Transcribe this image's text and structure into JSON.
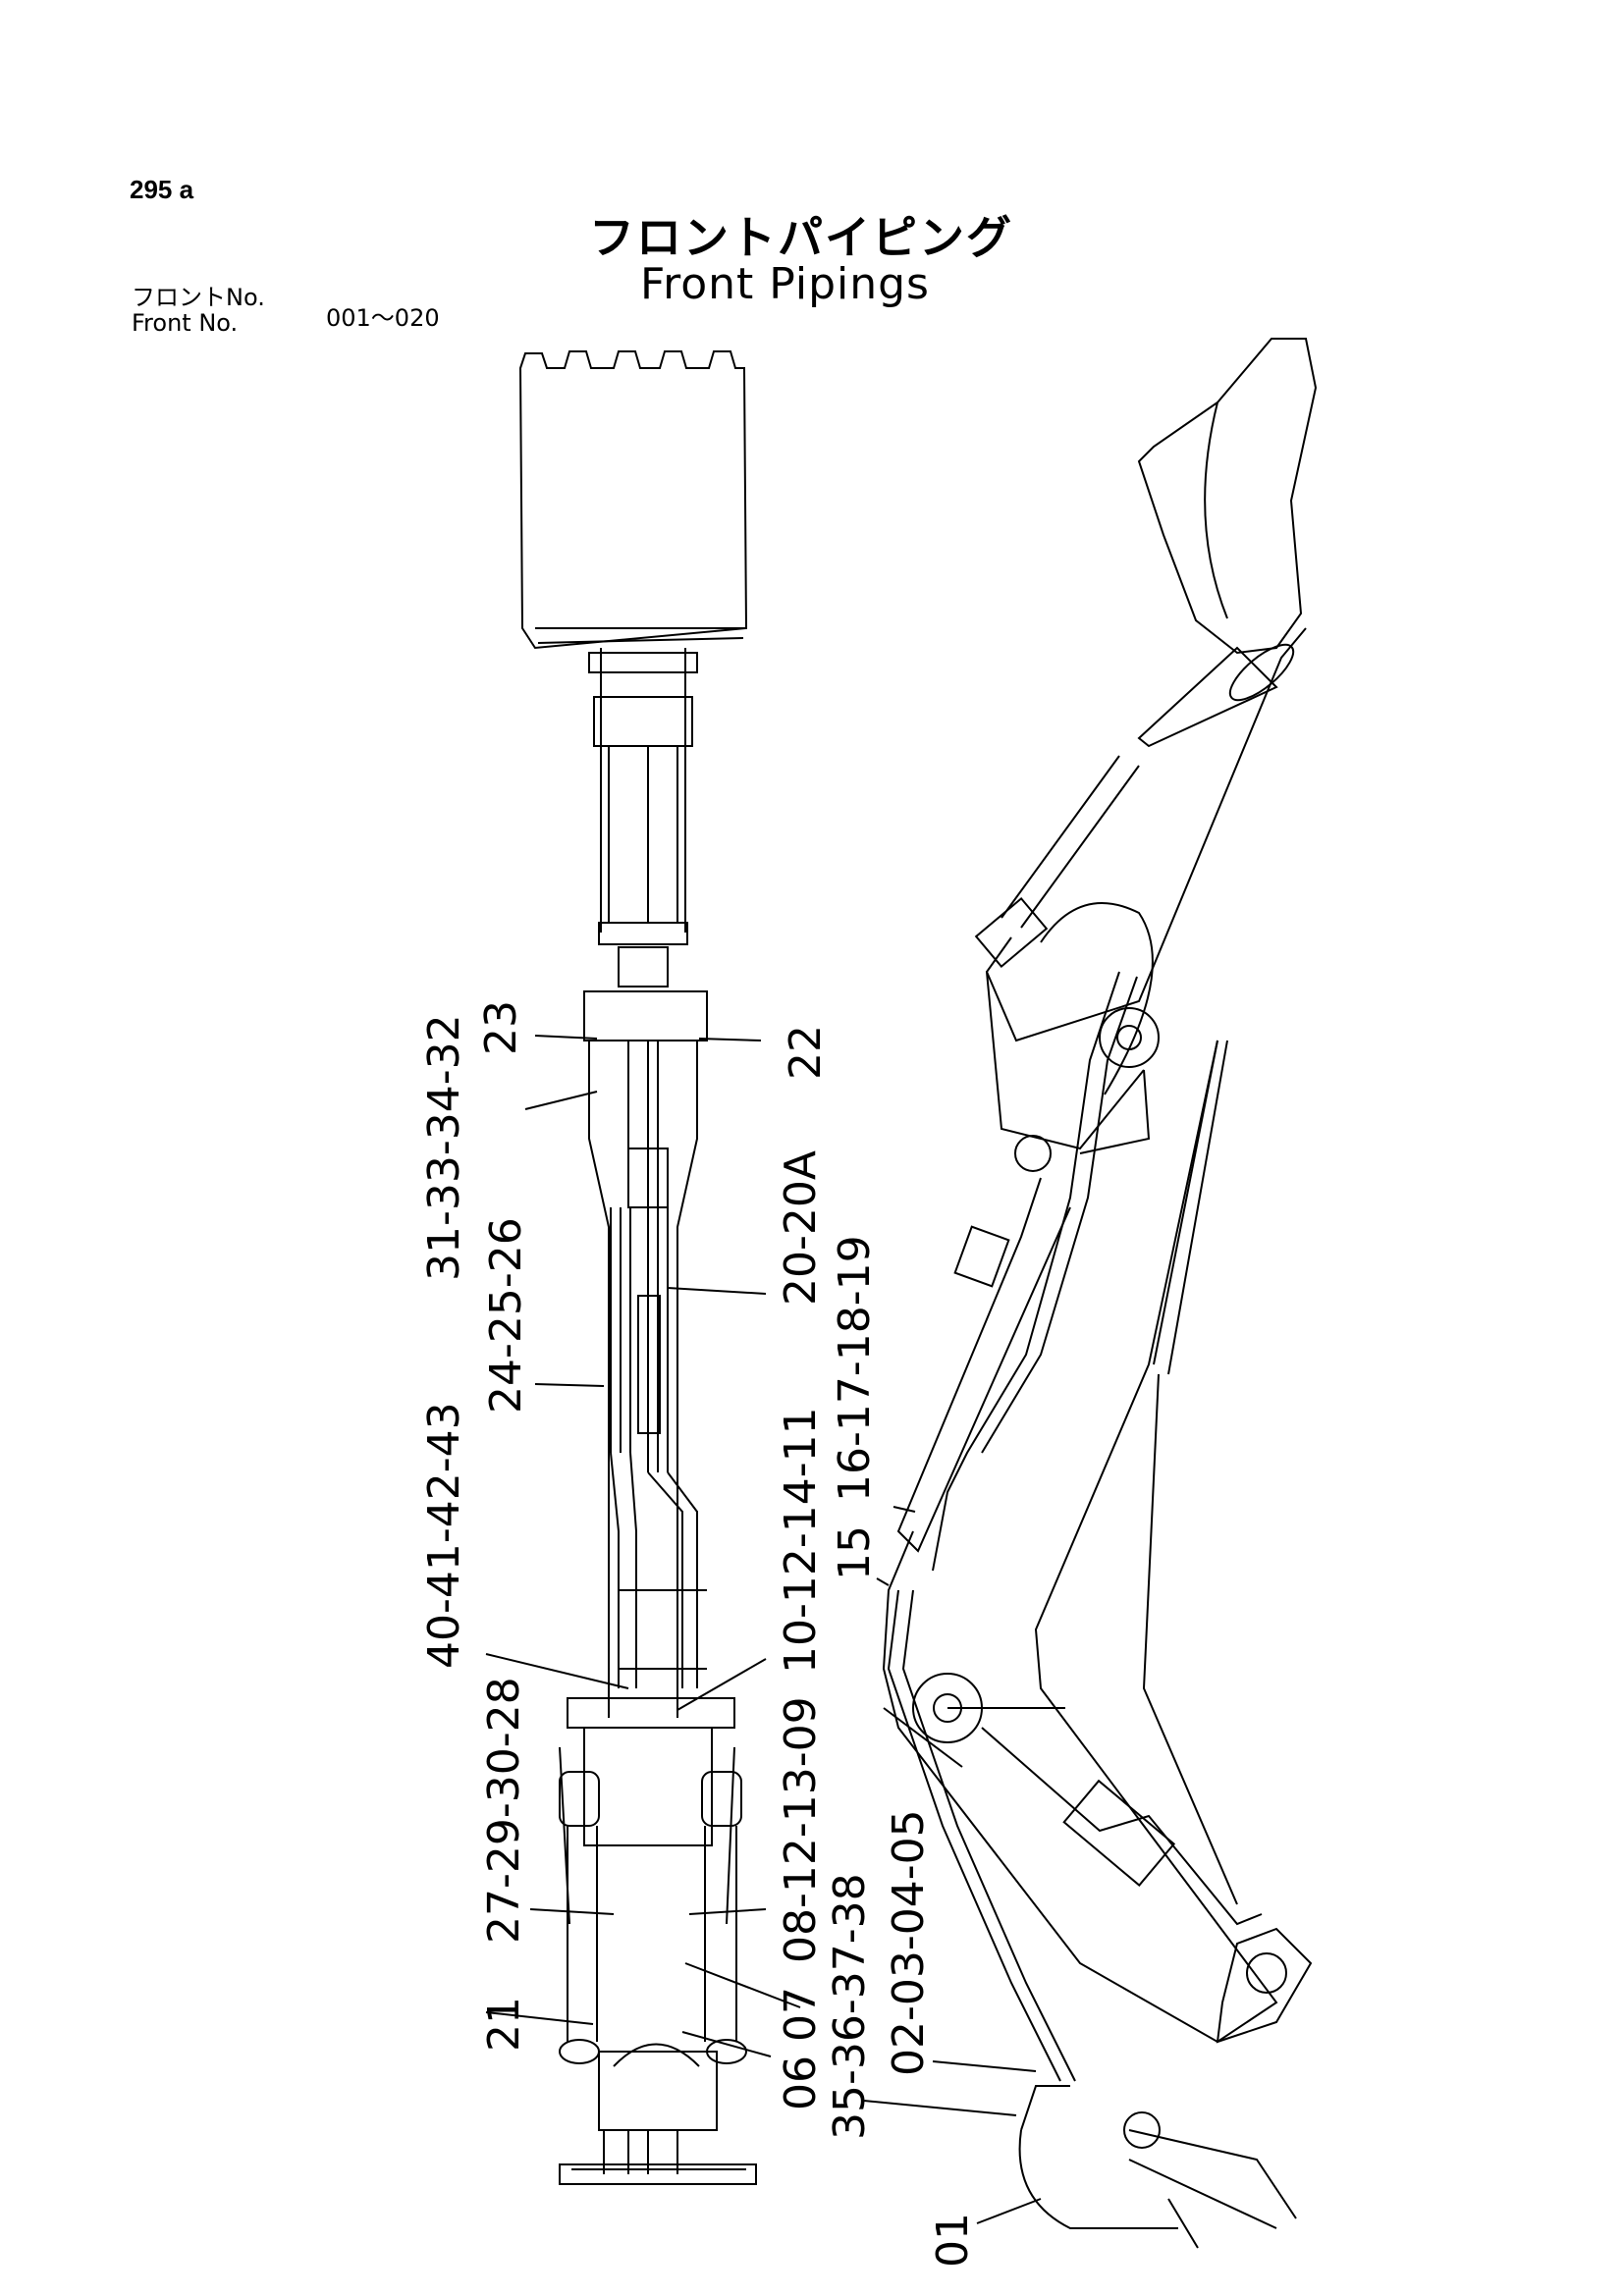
{
  "header": {
    "page_number": "295 a",
    "title_jp": "フロントパイピング",
    "title_en": "Front Pipings",
    "front_no_jp": "フロントNo.",
    "front_no_en": "Front    No.",
    "front_no_range": "001～020"
  },
  "callouts": [
    {
      "id": "c23",
      "text": "23"
    },
    {
      "id": "c22",
      "text": "22"
    },
    {
      "id": "c31",
      "text": "31-33-34-32"
    },
    {
      "id": "c20",
      "text": "20-20A"
    },
    {
      "id": "c24",
      "text": "24-25-26"
    },
    {
      "id": "c40",
      "text": "40-41-42-43"
    },
    {
      "id": "c16",
      "text": "16-17-18-19"
    },
    {
      "id": "c10",
      "text": "10-12-14-11"
    },
    {
      "id": "c15",
      "text": "15"
    },
    {
      "id": "c27",
      "text": "27-29-30-28"
    },
    {
      "id": "c08",
      "text": "08-12-13-09"
    },
    {
      "id": "c02",
      "text": "02-03-04-05"
    },
    {
      "id": "c35",
      "text": "35-36-37-38"
    },
    {
      "id": "c0607",
      "text": "06 07"
    },
    {
      "id": "c21",
      "text": "21"
    },
    {
      "id": "c01",
      "text": "01"
    }
  ]
}
